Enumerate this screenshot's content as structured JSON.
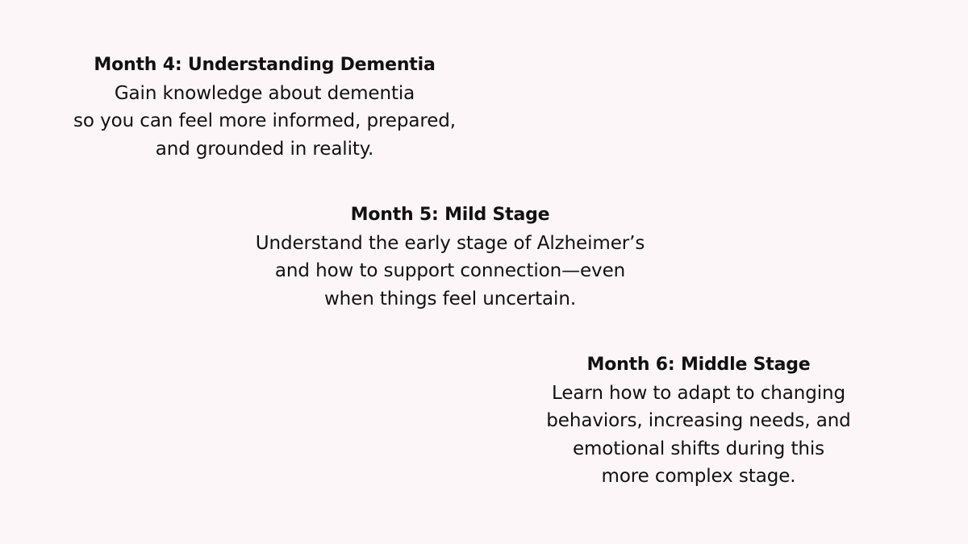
{
  "colors": {
    "background": "#fdf6f9",
    "text": "#111111"
  },
  "months": [
    {
      "heading": "Month 4: Understanding Dementia",
      "lines": [
        "Gain knowledge about dementia",
        "so you can feel more informed, prepared,",
        "and grounded in reality."
      ]
    },
    {
      "heading": "Month 5: Mild Stage",
      "lines": [
        "Understand the early stage of Alzheimer’s",
        "and how to support connection—even",
        "when things feel uncertain."
      ]
    },
    {
      "heading": "Month 6: Middle Stage",
      "lines": [
        "Learn how to adapt to changing",
        "behaviors, increasing needs, and",
        "emotional shifts during this",
        "more complex stage."
      ]
    }
  ]
}
